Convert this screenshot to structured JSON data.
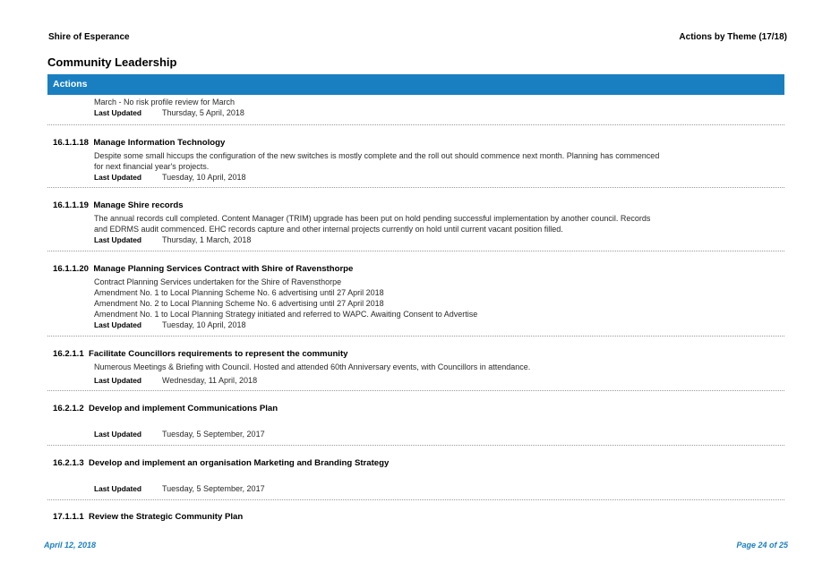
{
  "header": {
    "organisation": "Shire of Esperance",
    "report_title": "Actions by Theme  (17/18)"
  },
  "theme_title": "Community Leadership",
  "actions_label": "Actions",
  "last_updated_label": "Last Updated",
  "continued": {
    "lines": [
      "March - No risk profile review for March"
    ],
    "last_updated": "Thursday, 5 April, 2018"
  },
  "items": [
    {
      "code": "16.1.1.18",
      "title": "Manage Information Technology",
      "lines": [
        "Despite some small hiccups the configuration of the new switches is mostly complete and the roll out should commence next month. Planning has commenced",
        "for next financial year's projects."
      ],
      "last_updated": "Tuesday, 10 April, 2018"
    },
    {
      "code": "16.1.1.19",
      "title": "Manage Shire records",
      "lines": [
        "The annual records cull completed. Content Manager (TRIM) upgrade has been put on hold pending successful implementation by another council. Records",
        "and EDRMS audit commenced. EHC records capture and other internal projects currently on hold until current vacant position filled."
      ],
      "last_updated": "Thursday, 1 March, 2018"
    },
    {
      "code": "16.1.1.20",
      "title": "Manage Planning Services Contract with Shire of Ravensthorpe",
      "lines": [
        "Contract Planning Services undertaken for the Shire of Ravensthorpe",
        "Amendment No. 1 to Local Planning Scheme No. 6 advertising until 27 April 2018",
        "Amendment No. 2 to Local Planning Scheme No. 6 advertising until 27 April 2018",
        "Amendment No. 1 to Local Planning Strategy initiated and referred to WAPC. Awaiting Consent to Advertise"
      ],
      "last_updated": "Tuesday, 10 April, 2018"
    },
    {
      "code": "16.2.1.1",
      "title": "Facilitate Councillors requirements to represent the community",
      "lines": [
        "Numerous Meetings & Briefing with Council.  Hosted and attended 60th Anniversary events, with Councillors in attendance."
      ],
      "last_updated": "Wednesday, 11 April, 2018"
    },
    {
      "code": "16.2.1.2",
      "title": "Develop and implement Communications Plan",
      "lines": [],
      "last_updated": "Tuesday, 5 September, 2017"
    },
    {
      "code": "16.2.1.3",
      "title": "Develop and implement an organisation Marketing and Branding Strategy",
      "lines": [],
      "last_updated": "Tuesday, 5 September, 2017"
    },
    {
      "code": "17.1.1.1",
      "title": "Review the Strategic Community Plan",
      "lines": [],
      "last_updated": ""
    }
  ],
  "footer": {
    "date": "April 12, 2018",
    "page": "Page 24 of 25"
  },
  "colors": {
    "accent": "#1a7fc1"
  }
}
